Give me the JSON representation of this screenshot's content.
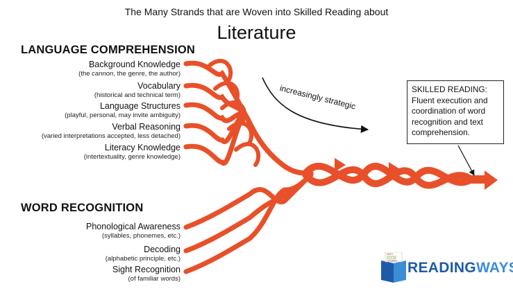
{
  "title": "The Many Strands that are Woven into Skilled Reading about",
  "subtitle": "Literature",
  "language": {
    "heading": "LANGUAGE COMPREHENSION",
    "items": [
      {
        "label": "Background Knowledge",
        "desc_pre": "(the ",
        "desc_em": "cannon",
        "desc_post": ", the genre, the author)"
      },
      {
        "label": "Vocabulary",
        "desc": "(historical and technical term)"
      },
      {
        "label": "Language Structures",
        "desc": "(playful, personal, may invite ambiguity)"
      },
      {
        "label": "Verbal Reasoning",
        "desc": "(varied interpretations accepted, less detached)"
      },
      {
        "label": "Literacy Knowledge",
        "desc": "(intertextuality, genre knowledge)"
      }
    ]
  },
  "word": {
    "heading": "WORD RECOGNITION",
    "items": [
      {
        "label": "Phonological Awareness",
        "desc": "(syllables, phonemes, etc.)"
      },
      {
        "label": "Decoding",
        "desc": "(alphabetic principle, etc.)"
      },
      {
        "label": "Sight Recognition",
        "desc": "(of familiar words)"
      }
    ]
  },
  "strategic_label": "increasingly strategic",
  "skilled_box": {
    "heading": "SKILLED READING:",
    "text": "Fluent execution and coordination of word recognition and text comprehension."
  },
  "logo": {
    "part1": "READING",
    "part2": "WAYS",
    "book_words": [
      "MATH",
      "SCIENCE",
      "HISTORY",
      "LITERARY"
    ]
  },
  "colors": {
    "strand": "#e8502a",
    "logo_dark": "#1f5aa8",
    "logo_light": "#3a8ed8"
  }
}
